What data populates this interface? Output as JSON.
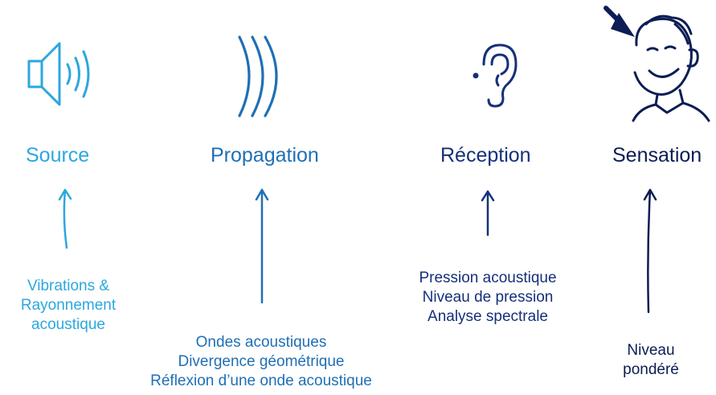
{
  "colors": {
    "light_blue": "#2ca7df",
    "mid_blue": "#1f6fb5",
    "dark_blue": "#15307a",
    "navy": "#0c1d55"
  },
  "stages": [
    {
      "title": "Source",
      "icon": "speaker-icon",
      "lines": [
        "Vibrations &",
        "Rayonnement",
        "acoustique"
      ]
    },
    {
      "title": "Propagation",
      "icon": "sound-waves-icon",
      "lines": [
        "Ondes acoustiques",
        "Divergence géométrique",
        "Réflexion d’une onde acoustique"
      ]
    },
    {
      "title": "Réception",
      "icon": "ear-icon",
      "lines": [
        "Pression acoustique",
        "Niveau de pression",
        "Analyse spectrale"
      ]
    },
    {
      "title": "Sensation",
      "icon": "smiling-person-icon",
      "lines": [
        "Niveau",
        "pondéré"
      ]
    }
  ]
}
